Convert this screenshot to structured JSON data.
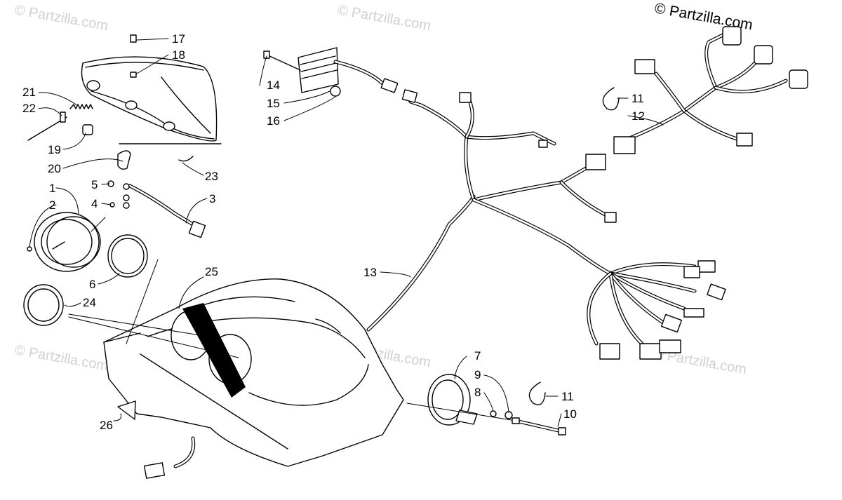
{
  "copyright": "© Partzilla.com",
  "watermark": "© Partzilla.com",
  "callouts": [
    {
      "id": "c17",
      "text": "17"
    },
    {
      "id": "c18",
      "text": "18"
    },
    {
      "id": "c21",
      "text": "21"
    },
    {
      "id": "c22",
      "text": "22"
    },
    {
      "id": "c19",
      "text": "19"
    },
    {
      "id": "c20",
      "text": "20"
    },
    {
      "id": "c23",
      "text": "23"
    },
    {
      "id": "c1",
      "text": "1"
    },
    {
      "id": "c2",
      "text": "2"
    },
    {
      "id": "c5",
      "text": "5"
    },
    {
      "id": "c4",
      "text": "4"
    },
    {
      "id": "c3",
      "text": "3"
    },
    {
      "id": "c6",
      "text": "6"
    },
    {
      "id": "c24",
      "text": "24"
    },
    {
      "id": "c25",
      "text": "25"
    },
    {
      "id": "c26",
      "text": "26"
    },
    {
      "id": "c14",
      "text": "14"
    },
    {
      "id": "c15",
      "text": "15"
    },
    {
      "id": "c16",
      "text": "16"
    },
    {
      "id": "c13",
      "text": "13"
    },
    {
      "id": "c11a",
      "text": "11"
    },
    {
      "id": "c12",
      "text": "12"
    },
    {
      "id": "c7",
      "text": "7"
    },
    {
      "id": "c9",
      "text": "9"
    },
    {
      "id": "c8",
      "text": "8"
    },
    {
      "id": "c11b",
      "text": "11"
    },
    {
      "id": "c10",
      "text": "10"
    }
  ]
}
